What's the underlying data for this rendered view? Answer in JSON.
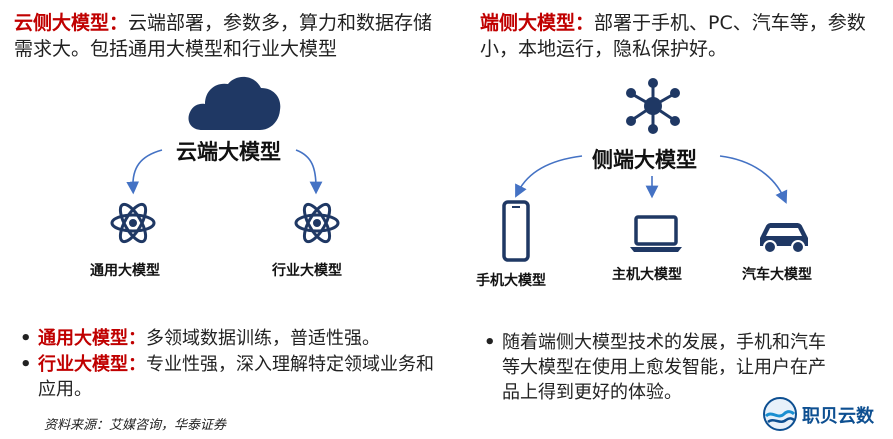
{
  "left": {
    "intro_title": "云侧大模型：",
    "intro_text": "云端部署，参数多，算力和数据存储需求大。包括通用大模型和行业大模型",
    "center_label": "云端大模型",
    "children": [
      "通用大模型",
      "行业大模型"
    ],
    "bullets": [
      {
        "title": "通用大模型：",
        "text": "多领域数据训练，普适性强。"
      },
      {
        "title": "行业大模型：",
        "text": "专业性强，深入理解特定领域业务和应用。"
      }
    ]
  },
  "right": {
    "intro_title": "端侧大模型：",
    "intro_text": "部署于手机、PC、汽车等，参数小，本地运行，隐私保护好。",
    "center_label": "侧端大模型",
    "children": [
      "手机大模型",
      "主机大模型",
      "汽车大模型"
    ],
    "bullet": "随着端侧大模型技术的发展，手机和汽车等大模型在使用上愈发智能，让用户在产品上得到更好的体验。"
  },
  "source": "资料来源：艾媒咨询，华泰证券",
  "logo_text": "职贝云数",
  "colors": {
    "accent_red": "#c00000",
    "icon_navy": "#1f3864",
    "arrow_blue": "#4472c4"
  }
}
